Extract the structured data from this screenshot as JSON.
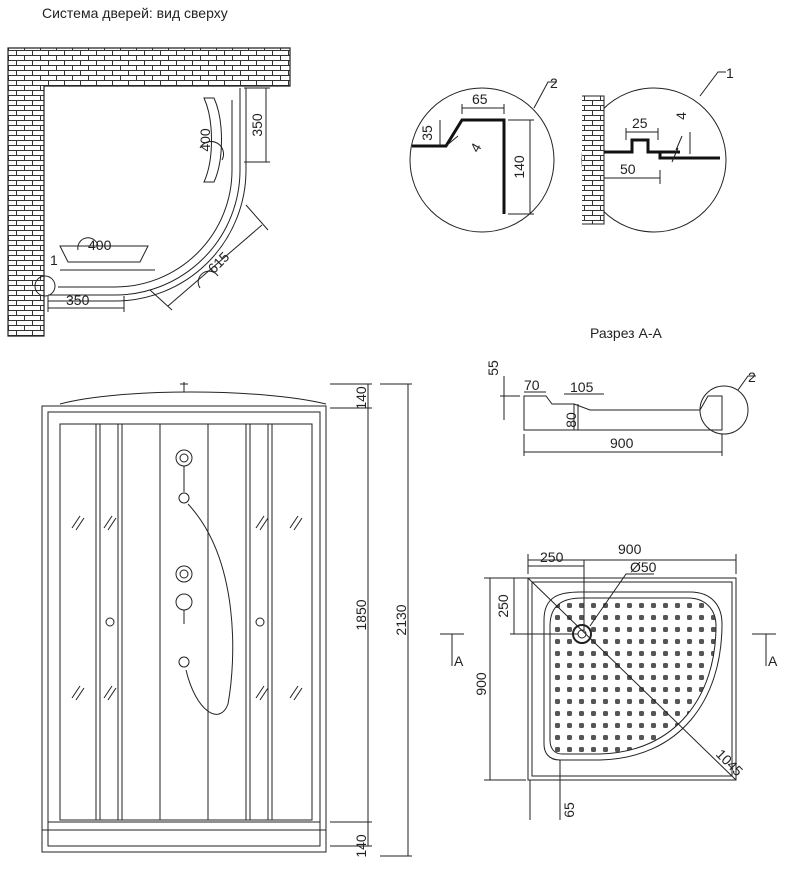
{
  "titles": {
    "top_view": "Система дверей: вид сверху",
    "section": "Разрез А-А"
  },
  "top_view": {
    "dim_350_right": "350",
    "dim_400_door_right": "400",
    "dim_400_door_bottom": "400",
    "dim_615": "615",
    "dim_350_bottom": "350",
    "callout_1": "1"
  },
  "detail_2": {
    "callout": "2",
    "dim_65": "65",
    "dim_35": "35",
    "dim_4": "4",
    "dim_140": "140"
  },
  "detail_1": {
    "callout": "1",
    "dim_25": "25",
    "dim_4": "4",
    "dim_50": "50"
  },
  "front_view": {
    "dim_140_top": "140",
    "dim_1850": "1850",
    "dim_2130": "2130",
    "dim_140_bottom": "140"
  },
  "section_view": {
    "dim_55": "55",
    "dim_70": "70",
    "dim_105": "105",
    "dim_80": "80",
    "dim_900": "900",
    "callout_2": "2"
  },
  "tray_plan": {
    "dim_900_top": "900",
    "dim_250_h": "250",
    "dim_d50": "Ø50",
    "dim_250_v": "250",
    "dim_900_left": "900",
    "dim_1045": "1045",
    "dim_65": "65",
    "section_mark_left": "A",
    "section_mark_right": "A"
  }
}
